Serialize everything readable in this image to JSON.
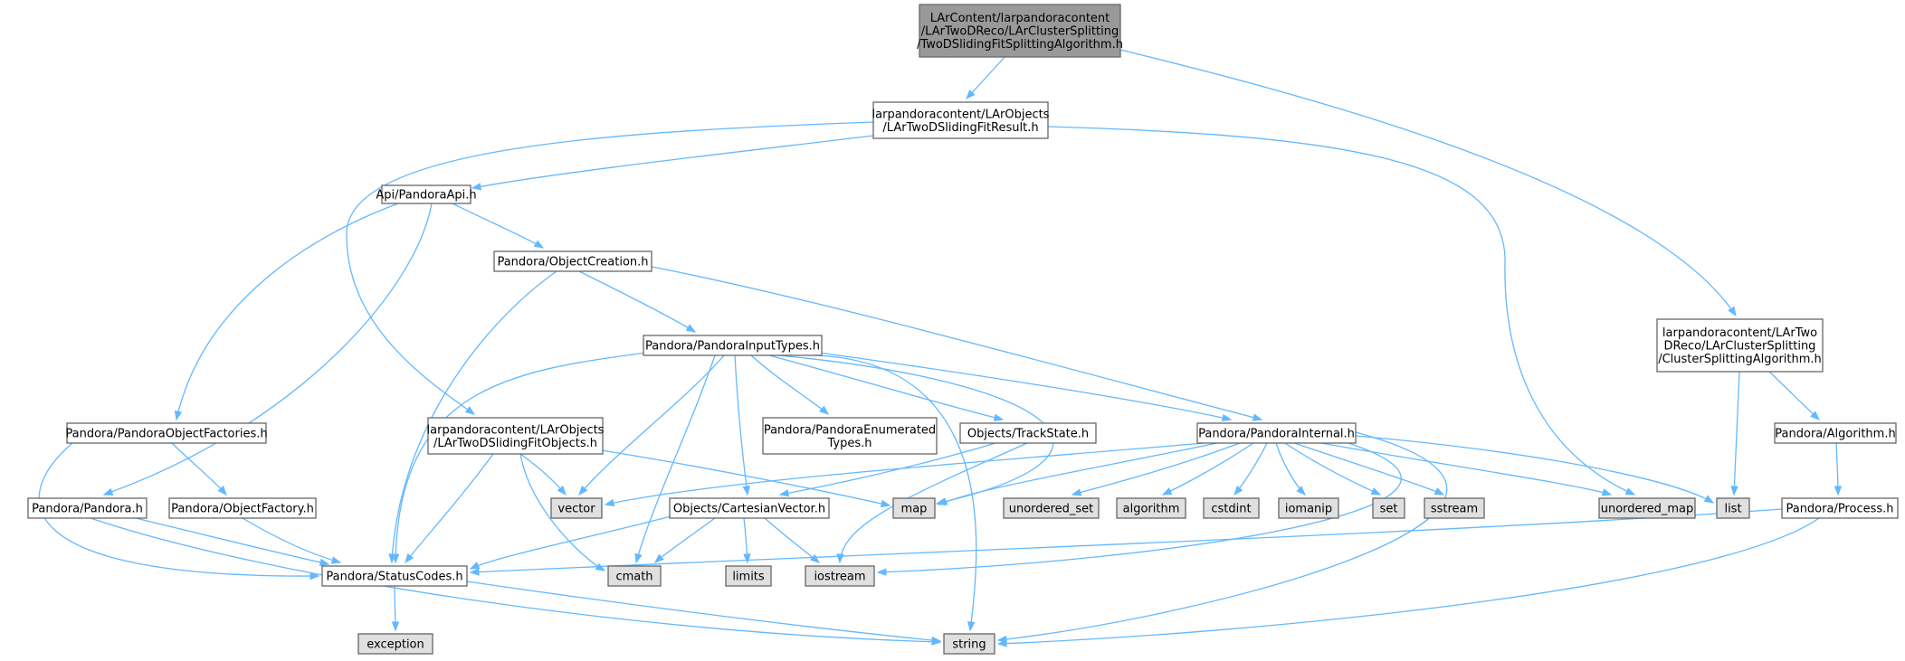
{
  "colors": {
    "root_fill": "#999999",
    "node_fill": "#ffffff",
    "system_fill": "#e0e0e0",
    "border": "#666666",
    "edge": "#63b8ff"
  },
  "nodes": [
    {
      "id": "root",
      "kind": "root",
      "lines": [
        "LArContent/larpandoracontent",
        "/LArTwoDReco/LArClusterSplitting",
        "/TwoDSlidingFitSplittingAlgorithm.h"
      ]
    },
    {
      "id": "slidingfitresult",
      "kind": "local",
      "lines": [
        "larpandoracontent/LArObjects",
        "/LArTwoDSlidingFitResult.h"
      ]
    },
    {
      "id": "clustersplitting",
      "kind": "local",
      "lines": [
        "larpandoracontent/LArTwo",
        "DReco/LArClusterSplitting",
        "/ClusterSplittingAlgorithm.h"
      ]
    },
    {
      "id": "pandoraapi",
      "kind": "local",
      "lines": [
        "Api/PandoraApi.h"
      ]
    },
    {
      "id": "objectcreation",
      "kind": "local",
      "lines": [
        "Pandora/ObjectCreation.h"
      ]
    },
    {
      "id": "inputtypes",
      "kind": "local",
      "lines": [
        "Pandora/PandoraInputTypes.h"
      ]
    },
    {
      "id": "objectfactories",
      "kind": "local",
      "lines": [
        "Pandora/PandoraObjectFactories.h"
      ]
    },
    {
      "id": "slidingfitobjects",
      "kind": "local",
      "lines": [
        "larpandoracontent/LArObjects",
        "/LArTwoDSlidingFitObjects.h"
      ]
    },
    {
      "id": "enumerated",
      "kind": "local",
      "lines": [
        "Pandora/PandoraEnumerated",
        "Types.h"
      ]
    },
    {
      "id": "trackstate",
      "kind": "local",
      "lines": [
        "Objects/TrackState.h"
      ]
    },
    {
      "id": "internal",
      "kind": "local",
      "lines": [
        "Pandora/PandoraInternal.h"
      ]
    },
    {
      "id": "algorithm_h",
      "kind": "local",
      "lines": [
        "Pandora/Algorithm.h"
      ]
    },
    {
      "id": "pandora_h",
      "kind": "local",
      "lines": [
        "Pandora/Pandora.h"
      ]
    },
    {
      "id": "objectfactory",
      "kind": "local",
      "lines": [
        "Pandora/ObjectFactory.h"
      ]
    },
    {
      "id": "vector",
      "kind": "system",
      "lines": [
        "vector"
      ]
    },
    {
      "id": "cartesian",
      "kind": "local",
      "lines": [
        "Objects/CartesianVector.h"
      ]
    },
    {
      "id": "map",
      "kind": "system",
      "lines": [
        "map"
      ]
    },
    {
      "id": "unordered_set",
      "kind": "system",
      "lines": [
        "unordered_set"
      ]
    },
    {
      "id": "algorithm",
      "kind": "system",
      "lines": [
        "algorithm"
      ]
    },
    {
      "id": "cstdint",
      "kind": "system",
      "lines": [
        "cstdint"
      ]
    },
    {
      "id": "iomanip",
      "kind": "system",
      "lines": [
        "iomanip"
      ]
    },
    {
      "id": "set",
      "kind": "system",
      "lines": [
        "set"
      ]
    },
    {
      "id": "sstream",
      "kind": "system",
      "lines": [
        "sstream"
      ]
    },
    {
      "id": "unordered_map",
      "kind": "system",
      "lines": [
        "unordered_map"
      ]
    },
    {
      "id": "list",
      "kind": "system",
      "lines": [
        "list"
      ]
    },
    {
      "id": "process",
      "kind": "local",
      "lines": [
        "Pandora/Process.h"
      ]
    },
    {
      "id": "statuscodes",
      "kind": "local",
      "lines": [
        "Pandora/StatusCodes.h"
      ]
    },
    {
      "id": "cmath",
      "kind": "system",
      "lines": [
        "cmath"
      ]
    },
    {
      "id": "limits",
      "kind": "system",
      "lines": [
        "limits"
      ]
    },
    {
      "id": "iostream",
      "kind": "system",
      "lines": [
        "iostream"
      ]
    },
    {
      "id": "exception",
      "kind": "system",
      "lines": [
        "exception"
      ]
    },
    {
      "id": "string",
      "kind": "system",
      "lines": [
        "string"
      ]
    }
  ],
  "edges": [
    [
      "root",
      "slidingfitresult"
    ],
    [
      "root",
      "clustersplitting"
    ],
    [
      "slidingfitresult",
      "pandoraapi"
    ],
    [
      "slidingfitresult",
      "slidingfitobjects"
    ],
    [
      "slidingfitresult",
      "unordered_map"
    ],
    [
      "pandoraapi",
      "objectcreation"
    ],
    [
      "pandoraapi",
      "objectfactories"
    ],
    [
      "pandoraapi",
      "pandora_h"
    ],
    [
      "objectcreation",
      "inputtypes"
    ],
    [
      "objectcreation",
      "internal"
    ],
    [
      "objectcreation",
      "statuscodes"
    ],
    [
      "inputtypes",
      "enumerated"
    ],
    [
      "inputtypes",
      "trackstate"
    ],
    [
      "inputtypes",
      "internal"
    ],
    [
      "inputtypes",
      "vector"
    ],
    [
      "inputtypes",
      "cartesian"
    ],
    [
      "inputtypes",
      "cmath"
    ],
    [
      "inputtypes",
      "statuscodes"
    ],
    [
      "inputtypes",
      "map"
    ],
    [
      "inputtypes",
      "string"
    ],
    [
      "objectfactories",
      "objectfactory"
    ],
    [
      "objectfactories",
      "statuscodes"
    ],
    [
      "objectfactory",
      "statuscodes"
    ],
    [
      "pandora_h",
      "statuscodes"
    ],
    [
      "pandora_h",
      "string"
    ],
    [
      "slidingfitobjects",
      "vector"
    ],
    [
      "slidingfitobjects",
      "map"
    ],
    [
      "slidingfitobjects",
      "cmath"
    ],
    [
      "slidingfitobjects",
      "statuscodes"
    ],
    [
      "trackstate",
      "cartesian"
    ],
    [
      "trackstate",
      "iostream"
    ],
    [
      "cartesian",
      "statuscodes"
    ],
    [
      "cartesian",
      "cmath"
    ],
    [
      "cartesian",
      "limits"
    ],
    [
      "cartesian",
      "iostream"
    ],
    [
      "internal",
      "vector"
    ],
    [
      "internal",
      "map"
    ],
    [
      "internal",
      "unordered_set"
    ],
    [
      "internal",
      "algorithm"
    ],
    [
      "internal",
      "cstdint"
    ],
    [
      "internal",
      "iomanip"
    ],
    [
      "internal",
      "set"
    ],
    [
      "internal",
      "sstream"
    ],
    [
      "internal",
      "unordered_map"
    ],
    [
      "internal",
      "list"
    ],
    [
      "internal",
      "iostream"
    ],
    [
      "internal",
      "string"
    ],
    [
      "clustersplitting",
      "algorithm_h"
    ],
    [
      "clustersplitting",
      "list"
    ],
    [
      "algorithm_h",
      "process"
    ],
    [
      "process",
      "statuscodes"
    ],
    [
      "process",
      "string"
    ],
    [
      "statuscodes",
      "exception"
    ],
    [
      "statuscodes",
      "string"
    ]
  ]
}
